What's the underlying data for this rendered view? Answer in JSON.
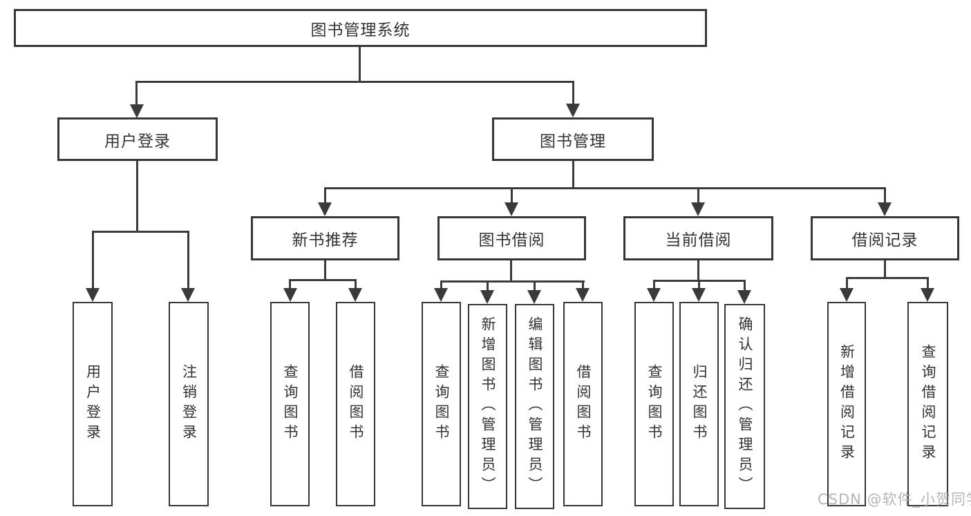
{
  "tree": {
    "label": "图书管理系统",
    "children": [
      {
        "label": "用户登录",
        "children": [
          {
            "label": "用户登录"
          },
          {
            "label": "注销登录"
          }
        ]
      },
      {
        "label": "图书管理",
        "children": [
          {
            "label": "新书推荐",
            "children": [
              {
                "label": "查询图书"
              },
              {
                "label": "借阅图书"
              }
            ]
          },
          {
            "label": "图书借阅",
            "children": [
              {
                "label": "查询图书"
              },
              {
                "label": "新增图书（管理员）"
              },
              {
                "label": "编辑图书（管理员）"
              },
              {
                "label": "借阅图书"
              }
            ]
          },
          {
            "label": "当前借阅",
            "children": [
              {
                "label": "查询图书"
              },
              {
                "label": "归还图书"
              },
              {
                "label": "确认归还（管理员）"
              }
            ]
          },
          {
            "label": "借阅记录",
            "children": [
              {
                "label": "新增借阅记录"
              },
              {
                "label": "查询借阅记录"
              }
            ]
          }
        ]
      }
    ]
  },
  "watermark": {
    "text": "CSDN @软件_小贺同学"
  },
  "colors": {
    "line": "#3a3a3a",
    "box_border": "#363636",
    "box_fill": "#ffffff",
    "text": "#333333",
    "watermark": "#b5b5b5",
    "background": "#ffffff"
  }
}
